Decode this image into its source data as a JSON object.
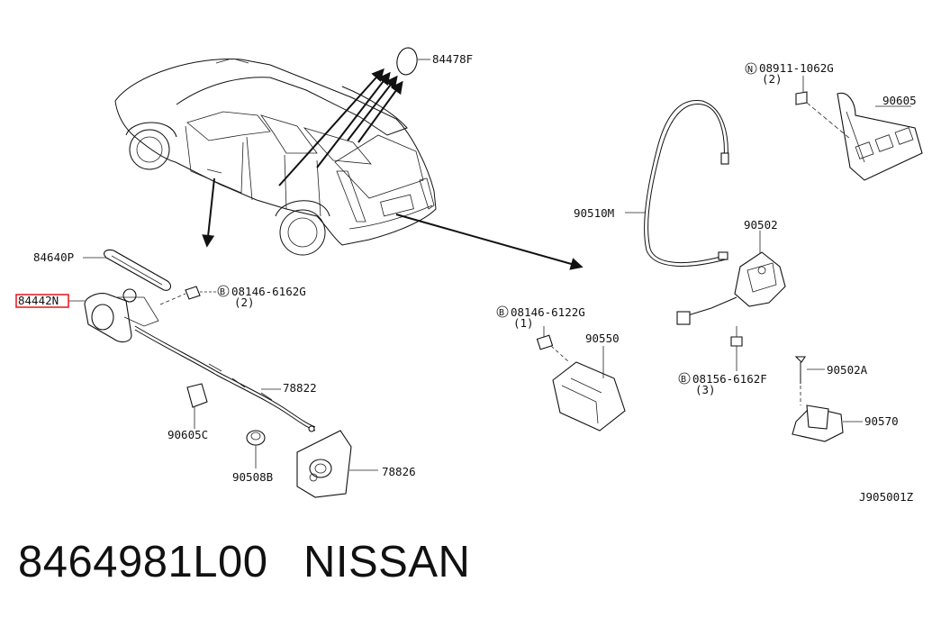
{
  "callouts": {
    "p84478F": "84478F",
    "p84640P": "84640P",
    "p84442N": "84442N",
    "bolt_a_code": "08146-6162G",
    "bolt_a_qty": "(2)",
    "p78822": "78822",
    "p90605C": "90605C",
    "p90508B": "90508B",
    "p78826": "78826",
    "nut_code": "08911-1062G",
    "nut_qty": "(2)",
    "p90605": "90605",
    "p90510M": "90510M",
    "p90502": "90502",
    "bolt_b_code": "08146-6122G",
    "bolt_b_qty": "(1)",
    "p90550": "90550",
    "bolt_c_code": "08156-6162F",
    "bolt_c_qty": "(3)",
    "p90502A": "90502A",
    "p90570": "90570",
    "diagram_ref": "J905001Z"
  },
  "symbols": {
    "bolt": "B",
    "nut": "N"
  },
  "footer": {
    "part_number": "8464981L00",
    "brand": "NISSAN"
  },
  "highlight_color": "#e8141a"
}
